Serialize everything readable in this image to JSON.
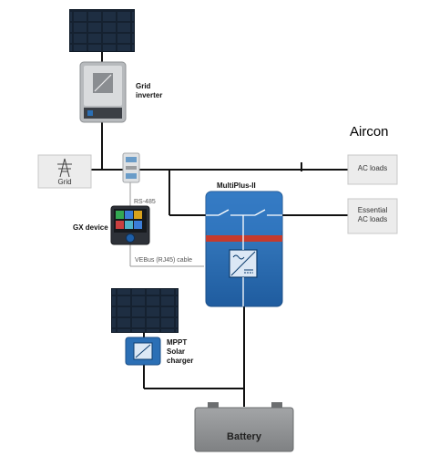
{
  "labels": {
    "grid_inverter_line1": "Grid",
    "grid_inverter_line2": "inverter",
    "aircon": "Aircon",
    "grid": "Grid",
    "ac_loads": "AC loads",
    "essential_line1": "Essential",
    "essential_line2": "AC loads",
    "multiplus": "MultiPlus-II",
    "rs485": "RS-485",
    "gx_device": "GX device",
    "vebus_cable": "VEBus (RJ45) cable",
    "mppt_line1": "MPPT",
    "mppt_line2": "Solar",
    "mppt_line3": "charger",
    "battery": "Battery"
  },
  "colors": {
    "wire": "#111111",
    "panel": "#1d2a3a",
    "multiplus_blue": "#2b6fb5",
    "multiplus_red": "#c53a2d",
    "box_fill": "#eeeeee",
    "battery": "#8f9193"
  }
}
